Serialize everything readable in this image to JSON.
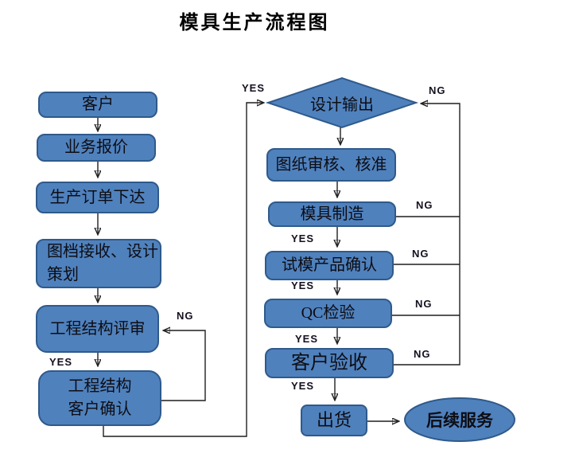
{
  "title": "模具生产流程图",
  "labels": {
    "yes": "YES",
    "ng": "NG"
  },
  "colors": {
    "node_fill": "#4f81bd",
    "node_border": "#2f5a8b",
    "connector": "#1f1f1f"
  },
  "nodes": {
    "customer": {
      "label": "客户"
    },
    "quote": {
      "label": "业务报价"
    },
    "order": {
      "label": "生产订单下达"
    },
    "receive_design": {
      "label": "图档接收、设计\n策划"
    },
    "structure_review": {
      "label": "工程结构评审"
    },
    "structure_confirm": {
      "label": "工程结构\n客户确认"
    },
    "design_output": {
      "label": "设计输出"
    },
    "drawing_approval": {
      "label": "图纸审核、核准"
    },
    "mold_manufacturing": {
      "label": "模具制造"
    },
    "trial_confirmation": {
      "label": "试模产品确认"
    },
    "qc_inspection": {
      "label": "QC检验"
    },
    "customer_acceptance": {
      "label": "客户验收"
    },
    "shipment": {
      "label": "出货"
    },
    "after_service": {
      "label": "后续服务"
    }
  }
}
